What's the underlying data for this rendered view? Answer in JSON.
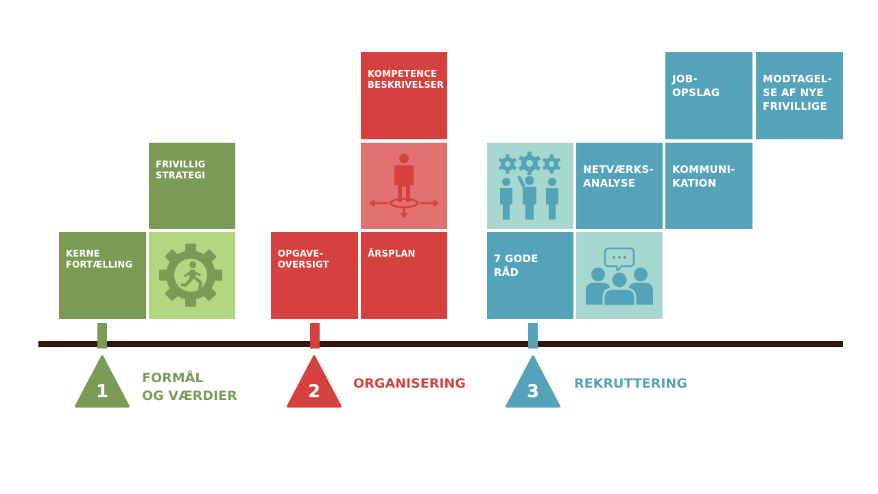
{
  "tiles": {
    "kerne": "KERNE\nFORTÆLLING",
    "frivillig": "FRIVILLIG\nSTRATEGI",
    "opgave": "OPGAVE-\nOVERSIGT",
    "aarsplan": "ÅRSPLAN",
    "kompetence": "KOMPETENCE\nBESKRIVELSER",
    "gode_raad": "7 GODE\nRÅD",
    "netvaerk": "NETVÆRKS-\nANALYSE",
    "kommunikation": "KOMMUNI-\nKATION",
    "jobopslag": "JOB-\nOPSLAG",
    "modtagelse": "MODTAGEL-\nSE AF NYE\nFRIVILLIGE"
  },
  "phases": [
    {
      "number": "1",
      "label": "FORMÅL\nOG VÆRDIER",
      "color": "#7b9a56"
    },
    {
      "number": "2",
      "label": "ORGANISERING",
      "color": "#d4413e"
    },
    {
      "number": "3",
      "label": "REKRUTTERING",
      "color": "#54a3b9"
    }
  ],
  "colors": {
    "green_dark": "#7b9a56",
    "green_light": "#b3d680",
    "red_dark": "#d4413e",
    "red_light": "#e27270",
    "blue_dark": "#54a3b9",
    "blue_light": "#a6d8d0",
    "axis": "#2e180d"
  },
  "icons": {
    "gear_runner": "gear-runner-icon",
    "person_arrows": "person-arrows-icon",
    "gears_people": "gears-people-icon",
    "group_chat": "group-chat-icon"
  }
}
